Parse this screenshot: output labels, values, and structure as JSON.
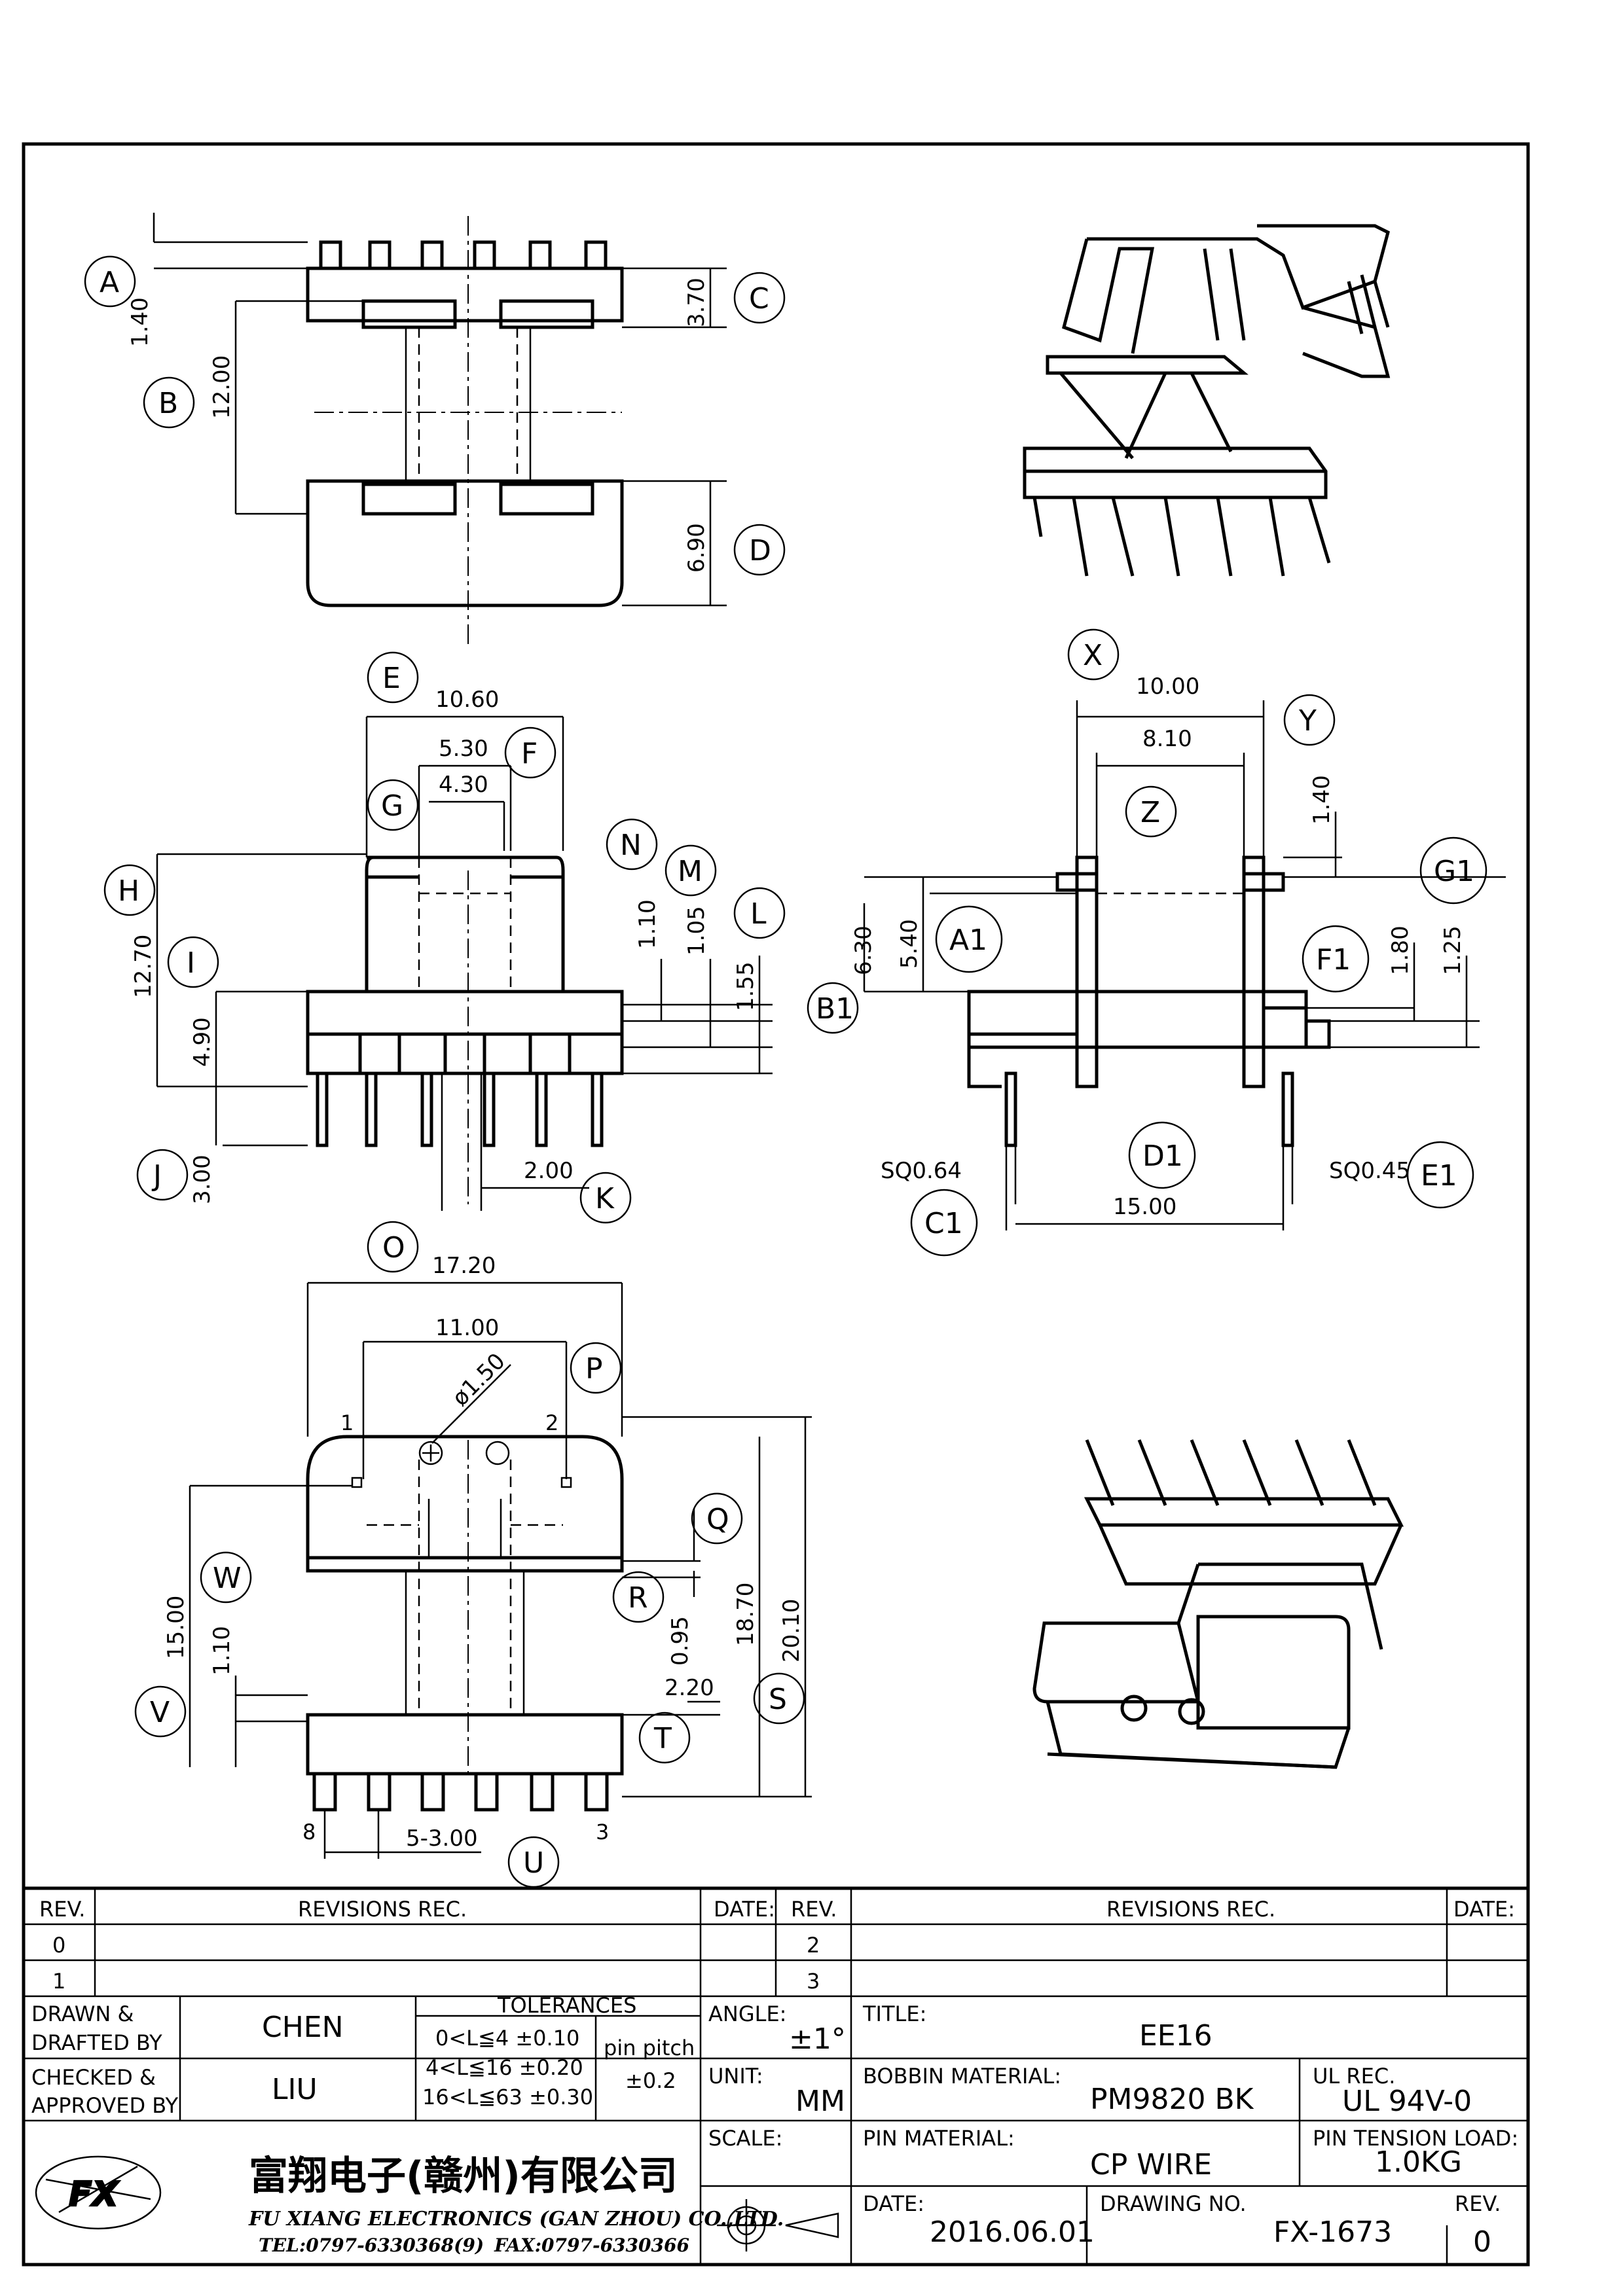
{
  "drawing": {
    "top_view": {
      "dims": [
        "1.40",
        "12.00",
        "3.70",
        "6.90"
      ],
      "labels": [
        "A",
        "B",
        "C",
        "D"
      ]
    },
    "front_view": {
      "dims": [
        "10.60",
        "5.30",
        "4.30",
        "12.70",
        "4.90",
        "1.10",
        "1.05",
        "1.55",
        "3.00",
        "2.00"
      ],
      "labels": [
        "E",
        "F",
        "G",
        "H",
        "I",
        "J",
        "K",
        "L",
        "M",
        "N"
      ]
    },
    "side_view": {
      "dims": [
        "10.00",
        "8.10",
        "1.40",
        "6.30",
        "5.40",
        "1.80",
        "1.25",
        "SQ0.64",
        "SQ0.45",
        "15.00"
      ],
      "labels": [
        "X",
        "Y",
        "Z",
        "A1",
        "B1",
        "C1",
        "D1",
        "E1",
        "F1",
        "G1"
      ]
    },
    "bottom_view": {
      "dims": [
        "17.20",
        "11.00",
        "ø1.50",
        "15.00",
        "1.10",
        "0.95",
        "2.20",
        "18.70",
        "20.10",
        "5-3.00"
      ],
      "labels": [
        "O",
        "P",
        "Q",
        "R",
        "S",
        "T",
        "U",
        "V",
        "W"
      ],
      "pins": [
        "1",
        "2",
        "3",
        "8"
      ]
    }
  },
  "title_block": {
    "rev_header": "REV.",
    "revisions_header": "REVISIONS   REC.",
    "date_header": "DATE:",
    "rev_rows_left": [
      "0",
      "1"
    ],
    "rev_rows_right": [
      "2",
      "3"
    ],
    "drawn_label": "DRAWN &\nDRAFTED BY",
    "drawn_by": "CHEN",
    "checked_label": "CHECKED &\nAPPROVED BY",
    "checked_by": "LIU",
    "tolerances_header": "TOLERANCES",
    "tolerance_rows": [
      "0<L≦4   ±0.10",
      "4<L≦16  ±0.20",
      "16<L≦63  ±0.30"
    ],
    "pin_pitch_label": "pin pitch",
    "pin_pitch_value": "±0.2",
    "angle_label": "ANGLE:",
    "angle_value": "±1°",
    "unit_label": "UNIT:",
    "unit_value": "MM",
    "scale_label": "SCALE:",
    "title_label": "TITLE:",
    "title_value": "EE16",
    "bobbin_material_label": "BOBBIN MATERIAL:",
    "bobbin_material_value": "PM9820  BK",
    "ul_rec_label": "UL REC.",
    "ul_rec_value": "UL  94V-0",
    "pin_material_label": "PIN MATERIAL:",
    "pin_material_value": "CP  WIRE",
    "pin_tension_label": "PIN TENSION LOAD:",
    "pin_tension_value": "1.0KG",
    "date_label": "DATE:",
    "date_value": "2016.06.01",
    "drawing_no_label": "DRAWING NO.",
    "drawing_no_value": "FX-1673",
    "rev_label": "REV.",
    "rev_value": "0",
    "company_cn": "富翔电子(赣州)有限公司",
    "company_en": "FU XIANG ELECTRONICS (GAN ZHOU) CO.,LTD.",
    "company_tel": "TEL:0797-6330368(9)",
    "company_fax": "FAX:0797-6330366"
  }
}
